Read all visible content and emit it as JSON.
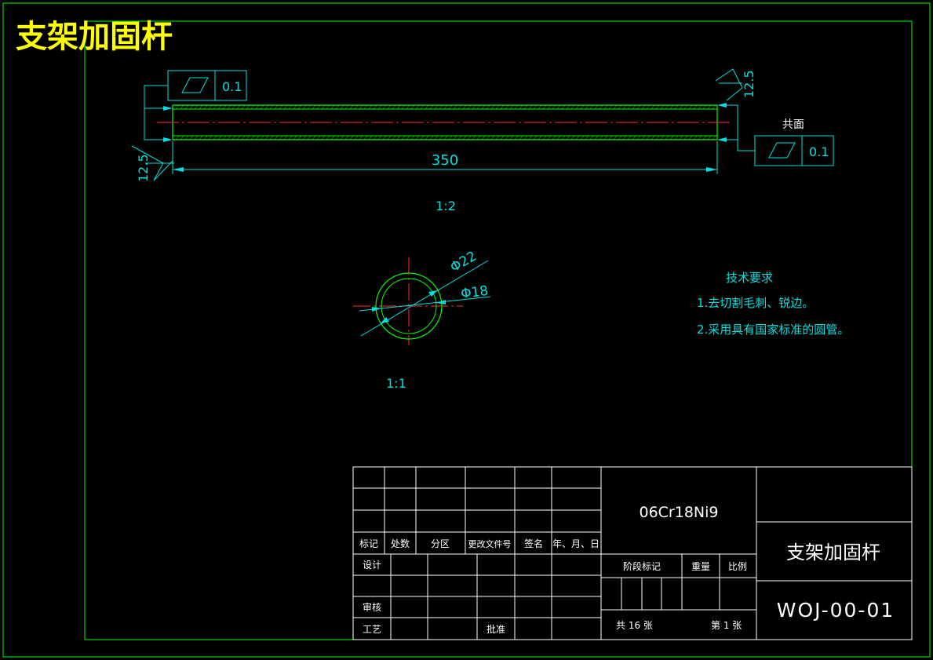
{
  "drawing_title": "支架加固杆",
  "colors": {
    "background": "#000000",
    "border": "#00ff00",
    "part_outline": "#00ff00",
    "dimension": "#00e0e0",
    "center_line": "#ff0000",
    "title_text": "#ffff00",
    "table_lines": "#ffffff",
    "table_text": "#ffffff"
  },
  "main_view": {
    "length_dimension": "350",
    "scale": "1:2",
    "flatness_tolerance_left": "0.1",
    "flatness_tolerance_right": "0.1",
    "flatness_note_right": "共面",
    "roughness_left": "12.5",
    "roughness_right": "12.5"
  },
  "section_view": {
    "outer_diameter": "Φ22",
    "inner_diameter": "Φ18",
    "scale": "1:1"
  },
  "technical_requirements": {
    "heading": "技术要求",
    "items": [
      "1.去切割毛刺、锐边。",
      "2.采用具有国家标准的圆管。"
    ]
  },
  "title_block": {
    "revision_headers": [
      "标记",
      "处数",
      "分区",
      "更改文件号",
      "签名",
      "年、月、日"
    ],
    "design_label": "设计",
    "review_label": "审核",
    "process_label": "工艺",
    "approve_label": "批准",
    "material": "06Cr18Ni9",
    "stage_mark_label": "阶段标记",
    "weight_label": "重量",
    "ratio_label": "比例",
    "total_sheets": "共 16 张",
    "sheet_number": "第 1 张",
    "part_name": "支架加固杆",
    "drawing_number": "WOJ-00-01"
  }
}
